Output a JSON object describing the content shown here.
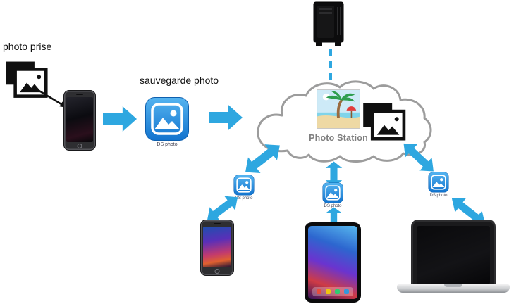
{
  "labels": {
    "photo_prise": "photo prise",
    "sauvegarde_photo": "sauvegarde photo",
    "photo_station": "Photo Station",
    "app_caption": "DS photo"
  },
  "colors": {
    "arrow": "#2EA7E0",
    "app_blue_top": "#55B4F0",
    "app_blue_bottom": "#1273CE",
    "cloud_stroke": "#9C9C9C",
    "photo_station_text": "#7F7F7F",
    "icon_black": "#111111"
  },
  "icons": [
    "photo-stack-icon",
    "smartphone-icon",
    "ds-photo-app-icon",
    "cloud-shape",
    "beach-photo-thumbnail",
    "nas-icon",
    "tablet-icon",
    "laptop-icon",
    "flow-arrow",
    "sync-double-arrow"
  ]
}
